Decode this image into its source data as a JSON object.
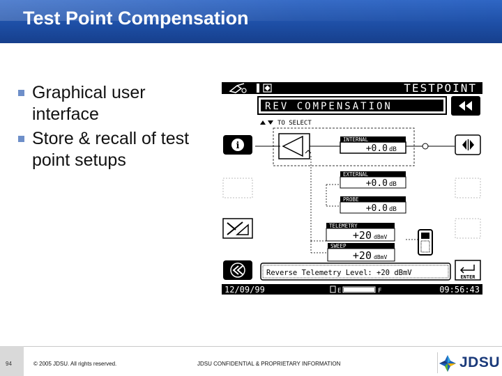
{
  "slide": {
    "title": "Test Point Compensation",
    "bullets": [
      "Graphical user interface",
      "Store & recall of test point setups"
    ],
    "page_number": "94",
    "copyright": "© 2005 JDSU. All rights reserved.",
    "confidential": "JDSU CONFIDENTIAL & PROPRIETARY INFORMATION",
    "logo_text": "JDSU"
  },
  "device_screen": {
    "mode_title": "TESTPOINT",
    "submenu_title": "REV COMPENSATION",
    "select_hint": "TO SELECT",
    "internal": {
      "label": "INTERNAL",
      "value": "+0.0",
      "unit": "dB"
    },
    "external": {
      "label": "EXTERNAL",
      "value": "+0.0",
      "unit": "dB"
    },
    "probe": {
      "label": "PROBE",
      "value": "+0.0",
      "unit": "dB"
    },
    "telemetry": {
      "label": "TELEMETRY",
      "value": "+20",
      "unit": "dBmV"
    },
    "sweep": {
      "label": "SWEEP",
      "value": "+20",
      "unit": "dBmV"
    },
    "status_message": "Reverse Telemetry Level: +20 dBmV",
    "enter_label": "ENTER",
    "date": "12/09/99",
    "battery_e": "E",
    "battery_f": "F",
    "time": "09:56:43"
  }
}
